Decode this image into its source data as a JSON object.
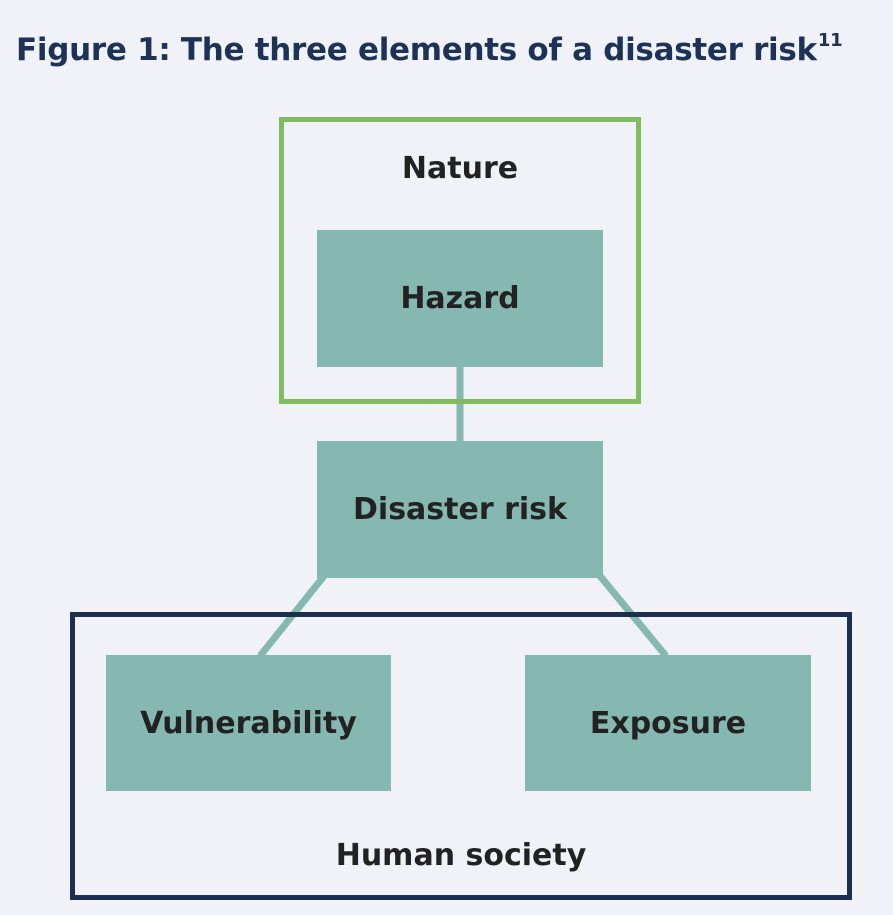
{
  "title": {
    "text": "Figure 1: The three elements of a disaster risk",
    "footnote": "11"
  },
  "diagram": {
    "groups": [
      {
        "id": "nature",
        "label": "Nature",
        "border_color": "#80bc5f"
      },
      {
        "id": "society",
        "label": "Human society",
        "border_color": "#1c2f4f"
      }
    ],
    "nodes": [
      {
        "id": "hazard",
        "label": "Hazard",
        "group": "nature"
      },
      {
        "id": "risk",
        "label": "Disaster risk"
      },
      {
        "id": "vulnerability",
        "label": "Vulnerability",
        "group": "society"
      },
      {
        "id": "exposure",
        "label": "Exposure",
        "group": "society"
      }
    ],
    "edges": [
      {
        "from": "hazard",
        "to": "risk"
      },
      {
        "from": "risk",
        "to": "vulnerability"
      },
      {
        "from": "risk",
        "to": "exposure"
      }
    ],
    "colors": {
      "node_fill": "#86b8b2",
      "connector": "#86b8b2",
      "title": "#1c3256",
      "background": "#f0f2f7"
    }
  }
}
